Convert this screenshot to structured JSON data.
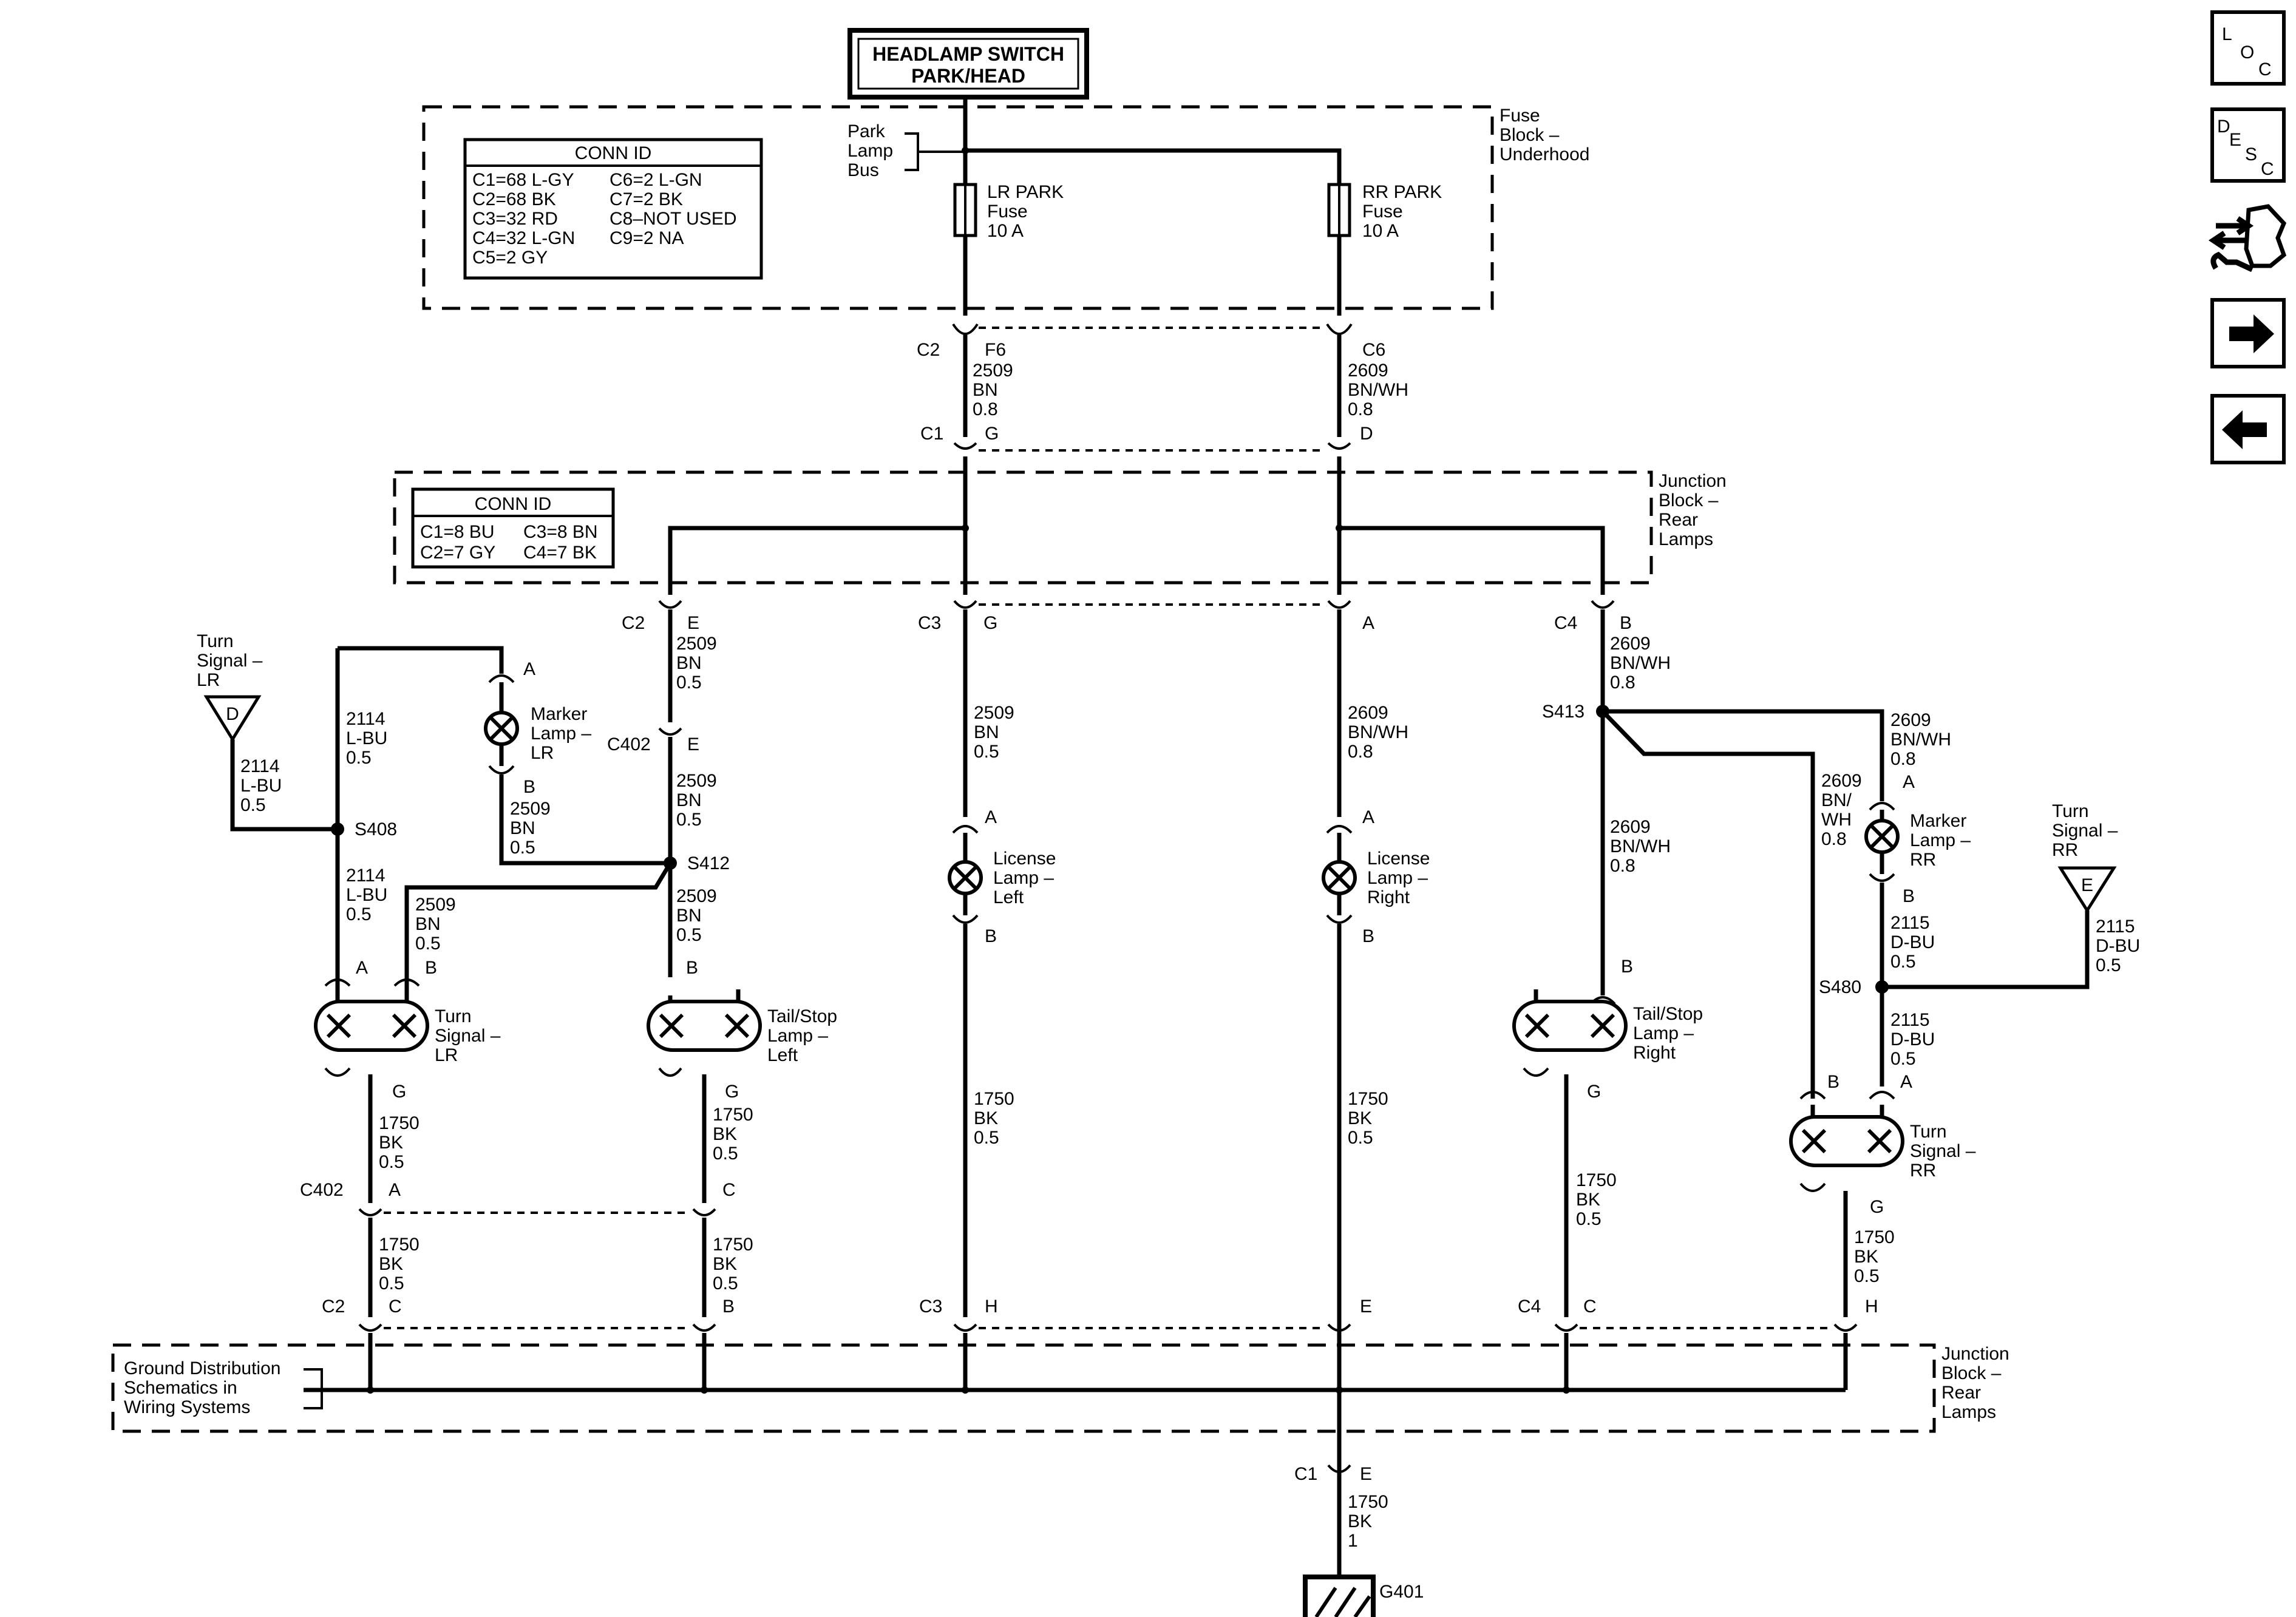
{
  "title": {
    "line1": "HEADLAMP SWITCH",
    "line2": "PARK/HEAD"
  },
  "fuse_block": {
    "label": [
      "Fuse",
      "Block –",
      "Underhood"
    ],
    "park_bus": [
      "Park",
      "Lamp",
      "Bus"
    ],
    "lr_fuse": [
      "LR PARK",
      "Fuse",
      "10 A"
    ],
    "rr_fuse": [
      "RR PARK",
      "Fuse",
      "10 A"
    ],
    "conn_id": {
      "heading": "CONN ID",
      "left": [
        "C1=68 L-GY",
        "C2=68 BK",
        "C3=32 RD",
        "C4=32 L-GN",
        "C5=2 GY"
      ],
      "right": [
        "C6=2 L-GN",
        "C7=2 BK",
        "C8–NOT USED",
        "C9=2 NA"
      ]
    }
  },
  "junction_block": {
    "label": [
      "Junction",
      "Block –",
      "Rear",
      "Lamps"
    ],
    "conn_id": {
      "heading": "CONN ID",
      "row1": [
        "C1=8 BU",
        "C3=8 BN"
      ],
      "row2": [
        "C2=7 GY",
        "C4=7 BK"
      ]
    }
  },
  "ground": {
    "label": [
      "Ground Distribution",
      "Schematics in",
      "Wiring Systems"
    ],
    "id": "G401"
  },
  "nav": {
    "loc": [
      "L",
      "O",
      "C"
    ],
    "desc": [
      "D",
      "E",
      "S",
      "C"
    ],
    "icons": [
      "connector-wrench-icon",
      "arrow-right-icon",
      "arrow-left-icon"
    ]
  },
  "labels": {
    "top_c2": "C2",
    "top_f6": "F6",
    "top_c6": "C6",
    "w2509": "2509",
    "wBN": "BN",
    "w08": "0.8",
    "w2609": "2609",
    "wBNWH": "BN/WH",
    "top_c1": "C1",
    "top_g": "G",
    "top_d": "D",
    "c2": "C2",
    "e": "E",
    "c3": "C3",
    "g": "G",
    "a": "A",
    "c4": "C4",
    "b": "B",
    "w05": "0.5",
    "w2114": "2114",
    "wLBU": "L-BU",
    "w2115": "2115",
    "wDBU": "D-BU",
    "w1750": "1750",
    "wBK": "BK",
    "w1": "1",
    "c402": "C402",
    "s408": "S408",
    "s412": "S412",
    "s413": "S413",
    "s480": "S480",
    "c": "C",
    "h": "H",
    "c1": "C1",
    "bnslash": "BN/",
    "wh": "WH",
    "turn_signal": "Turn",
    "signal": "Signal –",
    "lr": "LR",
    "rr": "RR",
    "d": "D",
    "marker": "Marker",
    "lamp": "Lamp –",
    "tailstop": "Tail/Stop",
    "left": "Left",
    "right": "Right",
    "license": "License",
    "lamp_dash": "Lamp –"
  }
}
